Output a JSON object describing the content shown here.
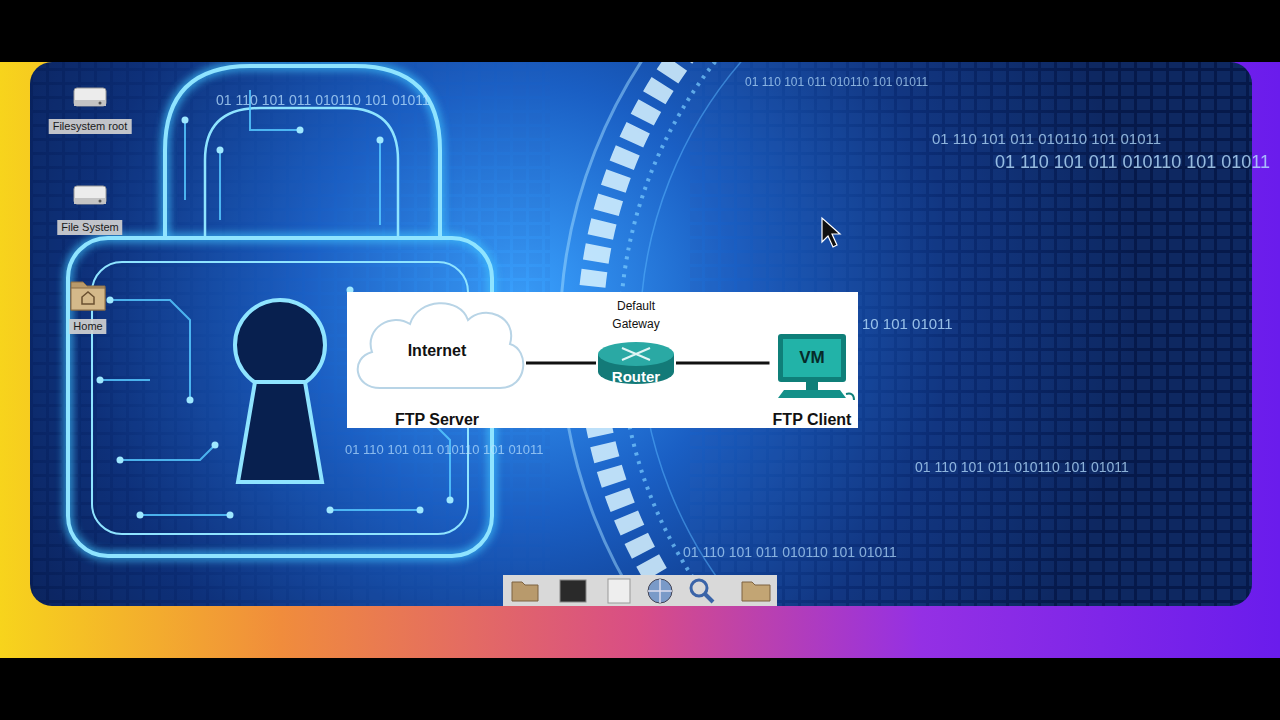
{
  "diagram": {
    "nodes": [
      {
        "text": [
          "Filesystem root"
        ]
      },
      {
        "text": [
          "File System"
        ]
      },
      {
        "text": [
          "Home"
        ]
      },
      {
        "text": [
          "Internet",
          "FTP Server"
        ]
      },
      {
        "text": [
          "Default Gateway",
          "Router"
        ]
      },
      {
        "text": [
          "VM",
          "FTP Client"
        ]
      }
    ],
    "edges": [
      {
        "from": 3,
        "to": 4,
        "arrow": "none"
      },
      {
        "from": 4,
        "to": 5,
        "arrow": "none"
      }
    ],
    "labels": [
      "01 110 101 011 010110 101 01011",
      "01 110 101 011 010110 101 01011",
      "01 110 101 011 010110 101 01011",
      "01 110 101 011 010110 101 01011",
      "10 101 01011",
      "01 110 101 011 010110 101 01011",
      "01 110 101 011 010110 101 01011",
      "01 110 101 011 010110 101 01011"
    ]
  }
}
